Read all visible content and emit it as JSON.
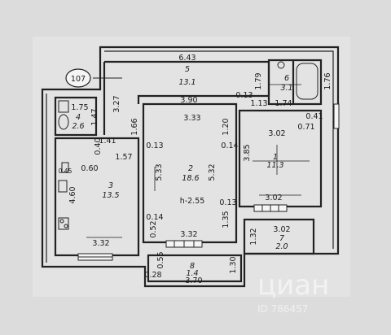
{
  "plan": {
    "callout": "107",
    "height_note": "h-2.55",
    "rooms": [
      {
        "id": "room-5",
        "num": "5",
        "area": "13.1"
      },
      {
        "id": "room-6",
        "num": "6",
        "area": "3.1"
      },
      {
        "id": "room-4",
        "num": "4",
        "area": "2.6"
      },
      {
        "id": "room-2",
        "num": "2",
        "area": "18.6"
      },
      {
        "id": "room-1",
        "num": "1",
        "area": "11.3"
      },
      {
        "id": "room-3",
        "num": "3",
        "area": "13.5"
      },
      {
        "id": "room-7",
        "num": "7",
        "area": "2.0"
      },
      {
        "id": "room-8",
        "num": "8",
        "area": "1.4"
      }
    ],
    "dims": {
      "d_643": "6.43",
      "d_179": "1.79",
      "d_176": "1.76",
      "d_174": "1.74",
      "d_327": "3.27",
      "d_175": "1.75",
      "d_147": "1.47",
      "d_390": "3.90",
      "d_013a": "0.13",
      "d_113": "1.13",
      "d_041": "0.41",
      "d_302a": "3.02",
      "d_071": "0.71",
      "d_166": "1.66",
      "d_333": "3.33",
      "d_120": "1.20",
      "d_141": "1.41",
      "d_040": "0.40",
      "d_157": "1.57",
      "d_013b": "0.13",
      "d_014a": "0.14",
      "d_385": "3.85",
      "d_060": "0.60",
      "d_045": "0.45",
      "d_533": "5.33",
      "d_532": "5.32",
      "d_460": "4.60",
      "d_302b": "3.02",
      "d_013c": "0.13",
      "d_014b": "0.14",
      "d_052": "0.52",
      "d_135": "1.35",
      "d_302c": "3.02",
      "d_132": "1.32",
      "d_332a": "3.32",
      "d_332b": "3.32",
      "d_055": "0.55",
      "d_130": "1.30",
      "d_028": "0.28",
      "d_370": "3.70"
    }
  },
  "watermark": {
    "logo": "циан",
    "id": "ID 786457"
  },
  "colors": {
    "paper": "#dcdcdc",
    "wall": "#222222",
    "wall_fill": "#f2f2f2",
    "line": "#1a1a1a"
  }
}
